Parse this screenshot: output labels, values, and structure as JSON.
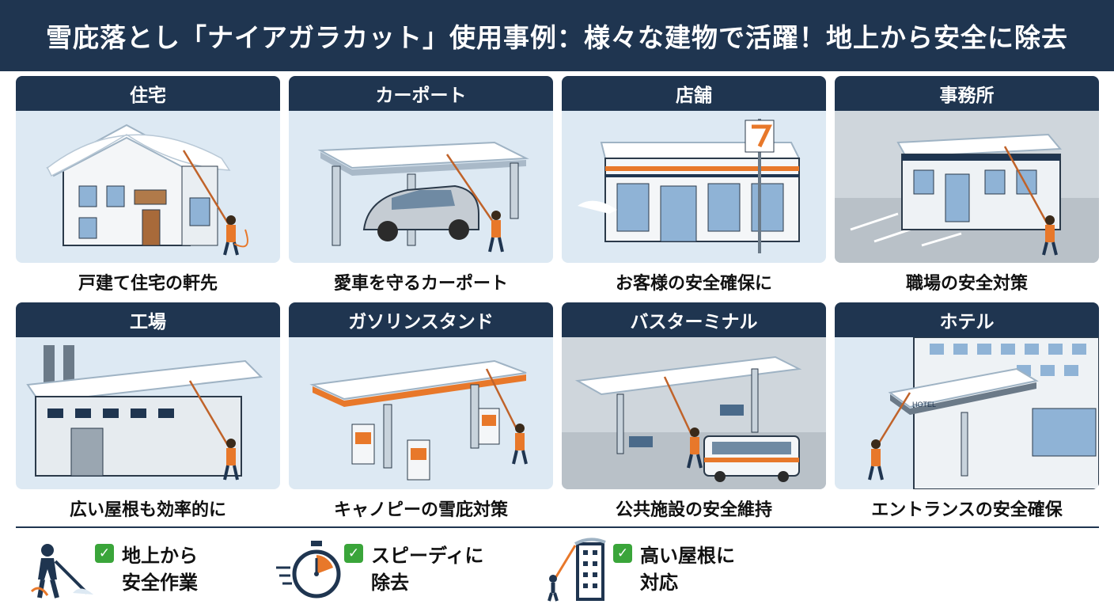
{
  "header": {
    "title": "雪庇落とし「ナイアガラカット」使用事例：様々な建物で活躍！地上から安全に除去"
  },
  "cards": [
    {
      "title": "住宅",
      "caption": "戸建て住宅の軒先"
    },
    {
      "title": "カーポート",
      "caption": "愛車を守るカーポート"
    },
    {
      "title": "店舗",
      "caption": "お客様の安全確保に"
    },
    {
      "title": "事務所",
      "caption": "職場の安全対策"
    },
    {
      "title": "工場",
      "caption": "広い屋根も効率的に"
    },
    {
      "title": "ガソリンスタンド",
      "caption": "キャノピーの雪庇対策"
    },
    {
      "title": "バスターミナル",
      "caption": "公共施設の安全維持"
    },
    {
      "title": "ホテル",
      "caption": "エントランスの安全確保"
    }
  ],
  "hotel_sign": "HOTEL",
  "features": [
    {
      "icon": "worker-icon",
      "line1": "地上から",
      "line2": "安全作業"
    },
    {
      "icon": "stopwatch-icon",
      "line1": "スピーディに",
      "line2": "除去"
    },
    {
      "icon": "tall-building-icon",
      "line1": "高い屋根に",
      "line2": "対応"
    }
  ],
  "check_mark": "✓",
  "colors": {
    "navy": "#1f3550",
    "panel": "#dde9f3",
    "check": "#3aa53a",
    "accent": "#e8782a"
  }
}
